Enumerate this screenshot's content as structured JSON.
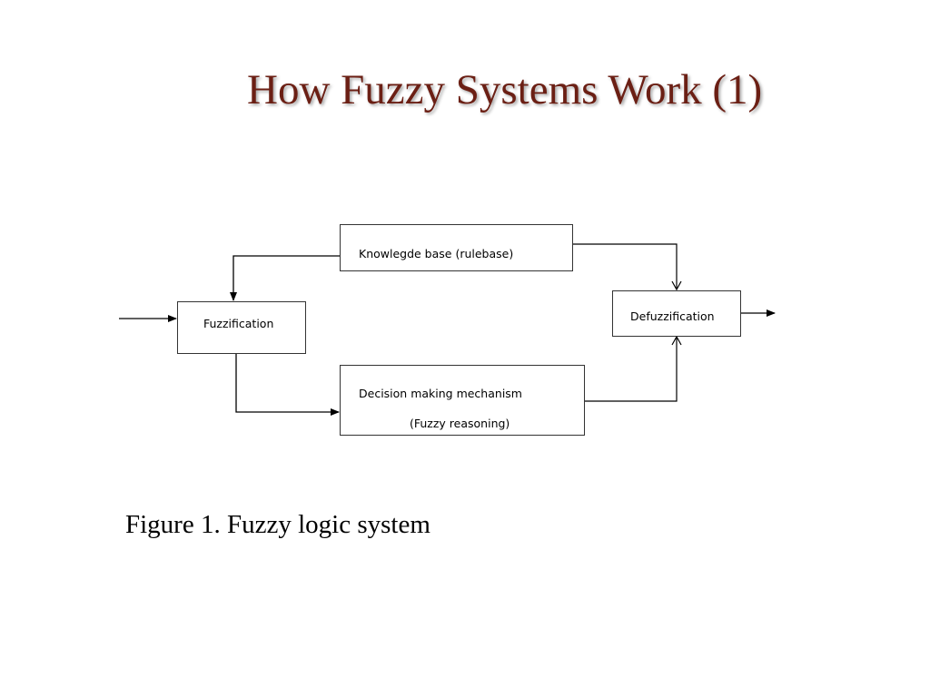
{
  "slide": {
    "title": "How Fuzzy Systems Work (1)",
    "title_color": "#6b1f14"
  },
  "diagram": {
    "nodes": {
      "knowledge_base": "Knowlegde base (rulebase)",
      "fuzzification": "Fuzzification",
      "decision_making": {
        "line1": "Decision making mechanism",
        "line2": "(Fuzzy reasoning)"
      },
      "defuzzification": "Defuzzification"
    },
    "edges": [
      {
        "from": "input",
        "to": "fuzzification"
      },
      {
        "from": "knowledge_base",
        "to": "fuzzification"
      },
      {
        "from": "knowledge_base",
        "to": "defuzzification"
      },
      {
        "from": "fuzzification",
        "to": "decision_making"
      },
      {
        "from": "decision_making",
        "to": "defuzzification"
      },
      {
        "from": "defuzzification",
        "to": "output"
      }
    ]
  },
  "caption": "Figure 1. Fuzzy logic system"
}
